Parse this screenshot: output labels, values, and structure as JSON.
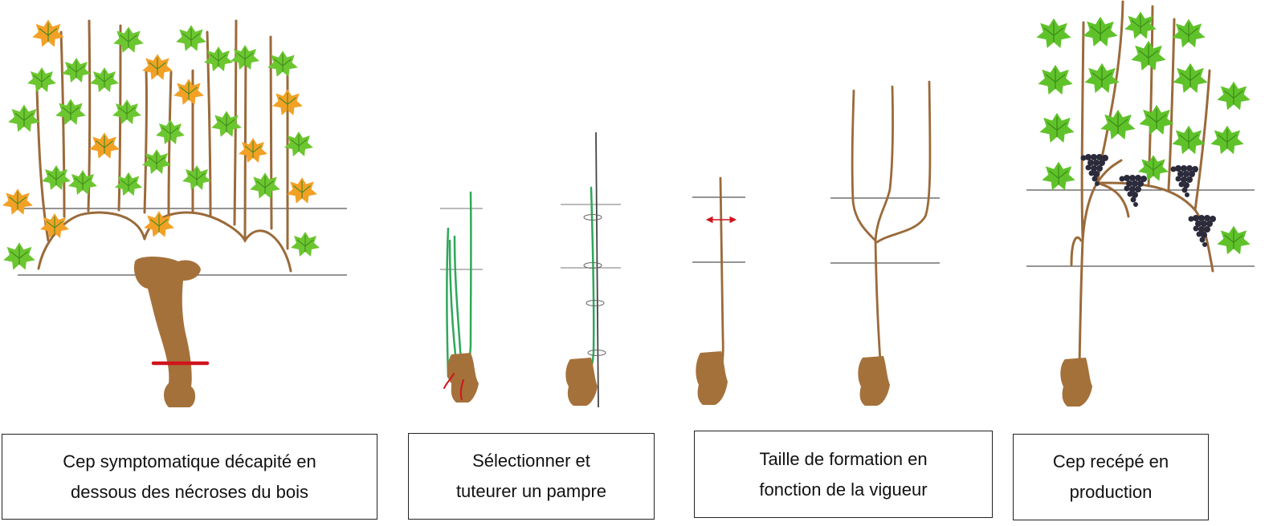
{
  "colors": {
    "wood": "#9a6a3a",
    "trunk": "#a5713b",
    "shoot_green": "#2ea85a",
    "cut_red": "#d0141c",
    "leaf_green": "#5fc22a",
    "leaf_autumn": "#f0a020",
    "grape": "#2a2a3a",
    "wire": "#555555",
    "stake": "#444444"
  },
  "steps": [
    {
      "id": "decapitation",
      "caption_lines": [
        "Cep symptomatique décapité en",
        "dessous des nécroses du bois"
      ]
    },
    {
      "id": "selection",
      "caption_lines": [
        "Sélectionner et",
        "tuteurer un pampre"
      ]
    },
    {
      "id": "formation",
      "caption_lines": [
        "Taille de formation en",
        "fonction de la vigueur"
      ]
    },
    {
      "id": "production",
      "caption_lines": [
        "Cep recépé en",
        "production"
      ]
    }
  ]
}
